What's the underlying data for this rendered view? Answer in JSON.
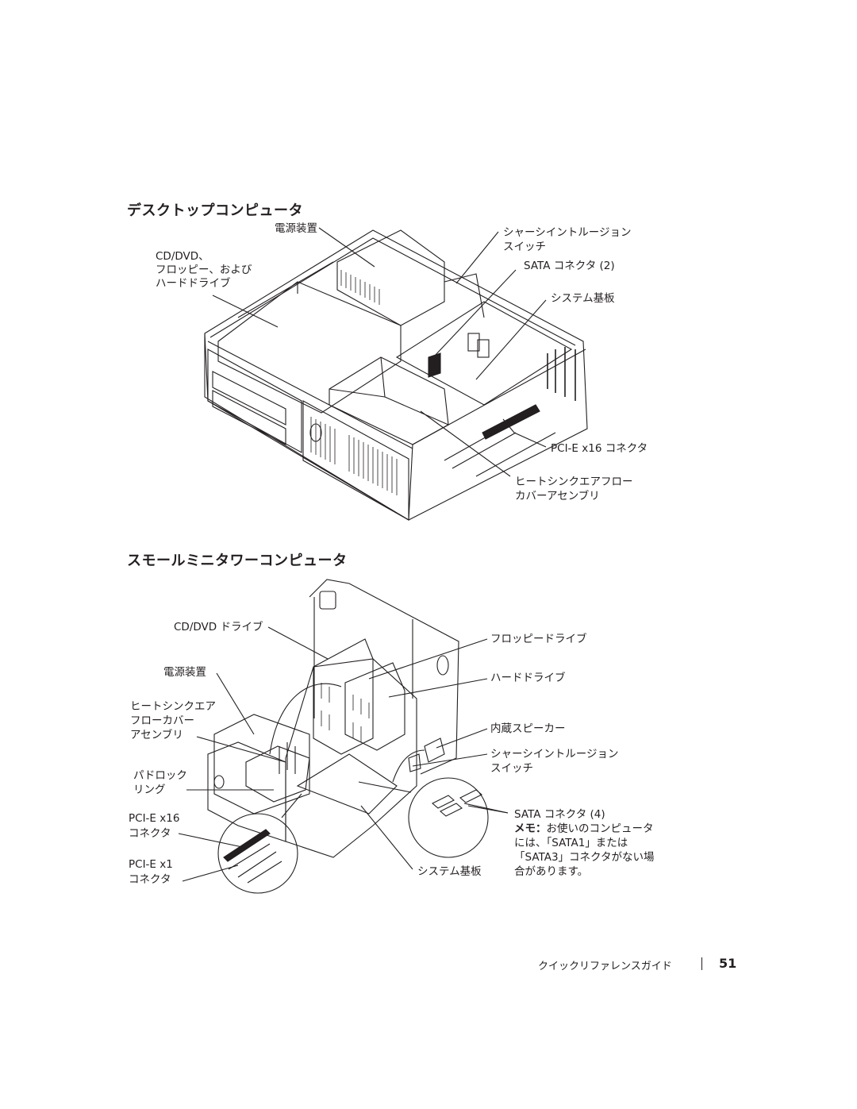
{
  "desktop": {
    "heading": "デスクトップコンピュータ",
    "labels": {
      "power": "電源装置",
      "cd1": "CD/DVD、",
      "cd2": "フロッピー、および",
      "cd3": "ハードドライブ",
      "intrusion1": "シャーシイントルージョン",
      "intrusion2": "スイッチ",
      "sata": "SATA コネクタ (2)",
      "board": "システム基板",
      "pcie": "PCI-E x16 コネクタ",
      "heatsink1": "ヒートシンクエアフロー",
      "heatsink2": "カバーアセンブリ"
    }
  },
  "tower": {
    "heading": "スモールミニタワーコンピュータ",
    "labels": {
      "cddvd": "CD/DVD ドライブ",
      "floppy": "フロッピードライブ",
      "power": "電源装置",
      "hdd": "ハードドライブ",
      "heat1": "ヒートシンクエア",
      "heat2": "フローカバー",
      "heat3": "アセンブリ",
      "speaker": "内蔵スピーカー",
      "intrusion1": "シャーシイントルージョン",
      "intrusion2": "スイッチ",
      "padlock1": "パドロック",
      "padlock2": "リング",
      "pcie16a": "PCI-E x16",
      "pcie16b": "コネクタ",
      "sata": "SATA コネクタ (4)",
      "note_label": "メモ：",
      "note1": "お使いのコンピュータ",
      "note2": "には、「SATA1」または",
      "note3": "「SATA3」コネクタがない場",
      "note4": "合があります。",
      "pcie1a": "PCI-E x1",
      "pcie1b": "コネクタ",
      "board": "システム基板"
    }
  },
  "footer": {
    "title": "クイックリファレンスガイド",
    "page": "51"
  }
}
